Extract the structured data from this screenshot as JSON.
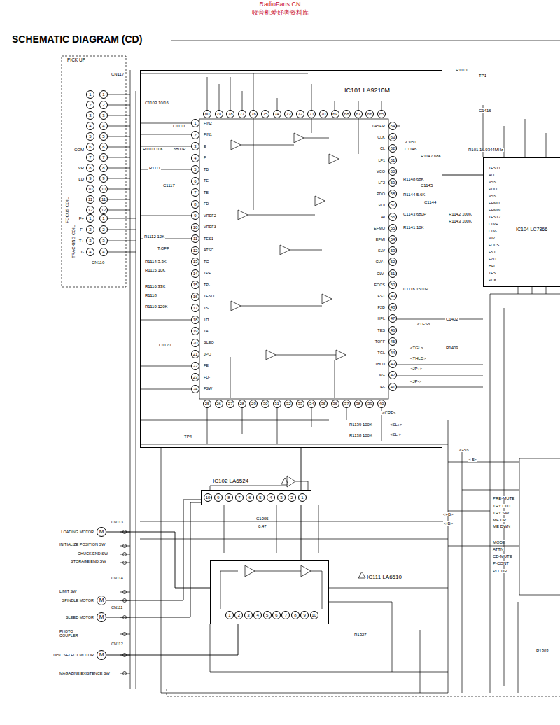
{
  "diagram": {
    "title": "SCHEMATIC DIAGRAM (CD)",
    "nodes": [
      {
        "text": [
          "IC101 LA9210M"
        ]
      },
      {
        "text": [
          "IC102 LA6524"
        ]
      },
      {
        "text": [
          "IC111 LA6510"
        ]
      },
      {
        "text": [
          "IC104 LC7866"
        ]
      },
      {
        "text": [
          "M"
        ]
      },
      {
        "text": [
          "M"
        ]
      },
      {
        "text": [
          "M"
        ]
      },
      {
        "text": [
          "M"
        ]
      }
    ],
    "edges": [
      {
        "from": 0,
        "to": 3,
        "arrow": "none"
      },
      {
        "from": 0,
        "to": 1,
        "arrow": "none"
      },
      {
        "from": 1,
        "to": 2,
        "arrow": "none"
      },
      {
        "from": 4,
        "to": 2,
        "arrow": "none"
      },
      {
        "from": 5,
        "to": 1,
        "arrow": "none"
      },
      {
        "from": 6,
        "to": 1,
        "arrow": "none"
      },
      {
        "from": 7,
        "to": 2,
        "arrow": "none"
      }
    ],
    "labels": [
      "RadioFans.CN",
      "收音机爱好者资料库",
      "PICK UP",
      "CN117",
      "CN116",
      "FOCUS COIL",
      "TRACKING COIL",
      "1",
      "1",
      "2",
      "2",
      "3",
      "3",
      "4",
      "4",
      "5",
      "5",
      "6",
      "6",
      "7",
      "7",
      "8",
      "8",
      "9",
      "9",
      "10",
      "10",
      "11",
      "11",
      "12",
      "12",
      "1",
      "1",
      "2",
      "2",
      "3",
      "3",
      "4",
      "4",
      "COM",
      "VR",
      "LD",
      "F+",
      "F-",
      "T+",
      "T-",
      "80",
      "79",
      "78",
      "77",
      "76",
      "75",
      "74",
      "73",
      "72",
      "71",
      "70",
      "69",
      "68",
      "67",
      "66",
      "65",
      "1",
      "2",
      "3",
      "4",
      "5",
      "6",
      "7",
      "8",
      "9",
      "10",
      "11",
      "12",
      "13",
      "14",
      "15",
      "16",
      "17",
      "18",
      "19",
      "20",
      "21",
      "22",
      "23",
      "24",
      "25",
      "26",
      "27",
      "28",
      "29",
      "30",
      "31",
      "32",
      "33",
      "34",
      "35",
      "36",
      "37",
      "38",
      "39",
      "40",
      "64",
      "63",
      "62",
      "61",
      "60",
      "59",
      "58",
      "57",
      "56",
      "55",
      "54",
      "53",
      "52",
      "51",
      "50",
      "49",
      "48",
      "47",
      "46",
      "45",
      "44",
      "43",
      "42",
      "41",
      "FIN2",
      "FIN1",
      "E",
      "F",
      "TB",
      "TE-",
      "TE",
      "FD",
      "VREF2",
      "VREF3",
      "TES1",
      "ATSC",
      "TC",
      "TP+",
      "TP-",
      "TESO",
      "TS",
      "TH",
      "TA",
      "SLEQ",
      "JPO",
      "FE",
      "FD-",
      "FSW",
      "LASER",
      "CLK",
      "CL",
      "LF1",
      "VCO",
      "LF2",
      "PDO",
      "PDI",
      "AI",
      "EFMO",
      "EFMI",
      "SLV",
      "CLV+",
      "CLV-",
      "FOCS",
      "FST",
      "F2D",
      "HFL",
      "TES",
      "TOFF",
      "TGL",
      "THLD",
      "JP+",
      "JP-",
      "10",
      "9",
      "8",
      "7",
      "6",
      "5",
      "4",
      "3",
      "2",
      "1",
      "1",
      "2",
      "3",
      "4",
      "5",
      "6",
      "7",
      "8",
      "9",
      "10",
      "LOADING MOTOR",
      "INITIALIZE POSITION SW",
      "CHUCK END SW",
      "STORAGE END SW",
      "CN113",
      "CN114",
      "LIMIT SW",
      "SPINDLE MOTOR",
      "SLEED MOTOR",
      "CN111",
      "PHOTO COUPLER",
      "DISC SELECT MOTOR",
      "CN112",
      "MAGAZINE EXISTENCE SW",
      "C1103 10/16",
      "C1110",
      "R1110 10K",
      "6800P",
      "R1111",
      "C1117",
      "R1112 12K",
      "T.OFF",
      "R1114 3.3K",
      "R1115 10K",
      "R1116 33K",
      "R1118",
      "R1119 120K",
      "C1120",
      "R1101",
      "TP1",
      "C1416",
      "R101 16.9344MHz",
      "3.3/50",
      "C1146",
      "R1147 68K",
      "R1148 68K",
      "C1145",
      "R1144 5.6K",
      "C1144",
      "C1143 680P",
      "R1142 100K",
      "R1143 100K",
      "R1141 10K",
      "C1116 1500P",
      "C1402",
      "R1409",
      "R1139 100K",
      "R1138 100K",
      "C1005",
      "0.47",
      "R1327",
      "R1303",
      "TP4",
      "<TES>",
      "<TGL>",
      "<THLD>",
      "<JP+>",
      "<JP->",
      "<CRF>",
      "<SL+>",
      "<SL->",
      "<+5>",
      "<-5>",
      "<+B>",
      "<-B>",
      "TEST1",
      "AO",
      "VSS",
      "PDO",
      "VSS",
      "EFMO",
      "EFMIN",
      "TEST2",
      "CLV+",
      "CLV-",
      "V/P",
      "FOCS",
      "FST",
      "FZD",
      "HFL",
      "TES",
      "PCK",
      "PRE-MUTE",
      "TRY OUT",
      "TRY SW",
      "ME UP",
      "ME DWN",
      "MODE",
      "ATTN",
      "CD-MUTE",
      "P-CONT",
      "PLL UP"
    ]
  }
}
